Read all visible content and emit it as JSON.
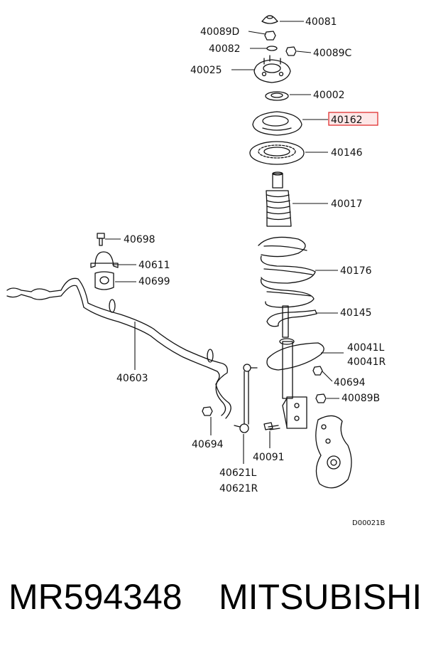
{
  "labels": {
    "p40081": "40081",
    "p40089d": "40089D",
    "p40082": "40082",
    "p40089c": "40089C",
    "p40025": "40025",
    "p40002": "40002",
    "p40162": "40162",
    "p40146": "40146",
    "p40017": "40017",
    "p40698": "40698",
    "p40611": "40611",
    "p40699": "40699",
    "p40176": "40176",
    "p40145": "40145",
    "p40603": "40603",
    "p40041l": "40041L",
    "p40041r": "40041R",
    "p40694a": "40694",
    "p40089b": "40089B",
    "p40694b": "40694",
    "p40091": "40091",
    "p40621l": "40621L",
    "p40621r": "40621R"
  },
  "drawing_code": "D00021B",
  "footer": {
    "part_number": "MR594348",
    "brand": "MITSUBISHI"
  },
  "highlight_color": "#e03030"
}
